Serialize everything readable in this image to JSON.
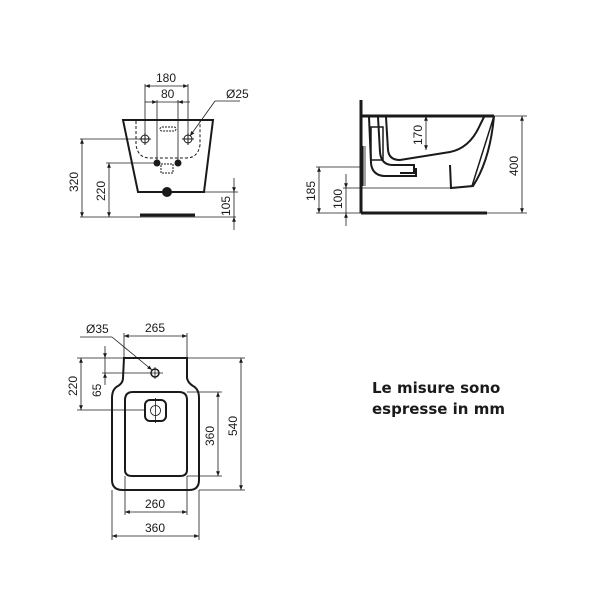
{
  "views": {
    "front": {
      "title": "front-view",
      "dimensions": {
        "tap_hole_spacing": "180",
        "inner_spacing": "80",
        "fixing_hole_diameter": "Ø25",
        "total_height_ref": "320",
        "waste_height": "220",
        "bottom_offset": "105"
      }
    },
    "side": {
      "title": "side-view",
      "dimensions": {
        "bowl_depth": "170",
        "total_height": "400",
        "inlet_height": "185",
        "outlet_height": "100"
      }
    },
    "top": {
      "title": "top-view",
      "dimensions": {
        "tap_hole_diameter": "Ø35",
        "rear_width": "265",
        "tap_to_bowl": "220",
        "tap_offset": "65",
        "bowl_length": "360",
        "total_length": "540",
        "bowl_width": "260",
        "total_width": "360"
      }
    }
  },
  "note": {
    "line1": "Le misure sono",
    "line2": "espresse in mm"
  },
  "colors": {
    "line": "#1a1a1a",
    "background": "#ffffff"
  }
}
